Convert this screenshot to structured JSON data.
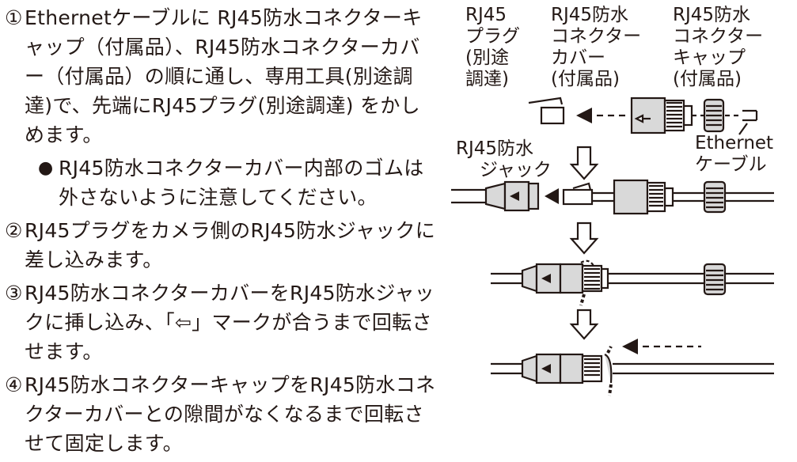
{
  "steps": [
    {
      "num": "①",
      "text": "Ethernetケーブルに RJ45防水コネクターキャップ（付属品）、RJ45防水コネクターカバー（付属品）の順に通し、専用工具(別途調達)で、先端にRJ45プラグ(別途調達) をかしめます。"
    },
    {
      "num": "②",
      "text": "RJ45プラグをカメラ側のRJ45防水ジャックに差し込みます。"
    },
    {
      "num": "③",
      "text": "RJ45防水コネクターカバーをRJ45防水ジャックに挿し込み、「⇦」マークが合うまで回転させます。"
    },
    {
      "num": "④",
      "text": "RJ45防水コネクターキャップをRJ45防水コネクターカバーとの隙間がなくなるまで回転させて固定します。"
    }
  ],
  "note": {
    "bullet": "●",
    "text": "RJ45防水コネクターカバー内部のゴムは外さないように注意してください。"
  },
  "diagram": {
    "labels": {
      "plug": [
        "RJ45",
        "プラグ",
        "(別途",
        "調達)"
      ],
      "cover": [
        "RJ45防水",
        "コネクター",
        "カバー",
        "(付属品)"
      ],
      "cap": [
        "RJ45防水",
        "コネクター",
        "キャップ",
        "(付属品)"
      ],
      "jack": [
        "RJ45防水",
        "ジャック"
      ],
      "cable": [
        "Ethernet",
        "ケーブル"
      ]
    },
    "colors": {
      "ink": "#231815",
      "shade": "#d9d9d9"
    }
  }
}
